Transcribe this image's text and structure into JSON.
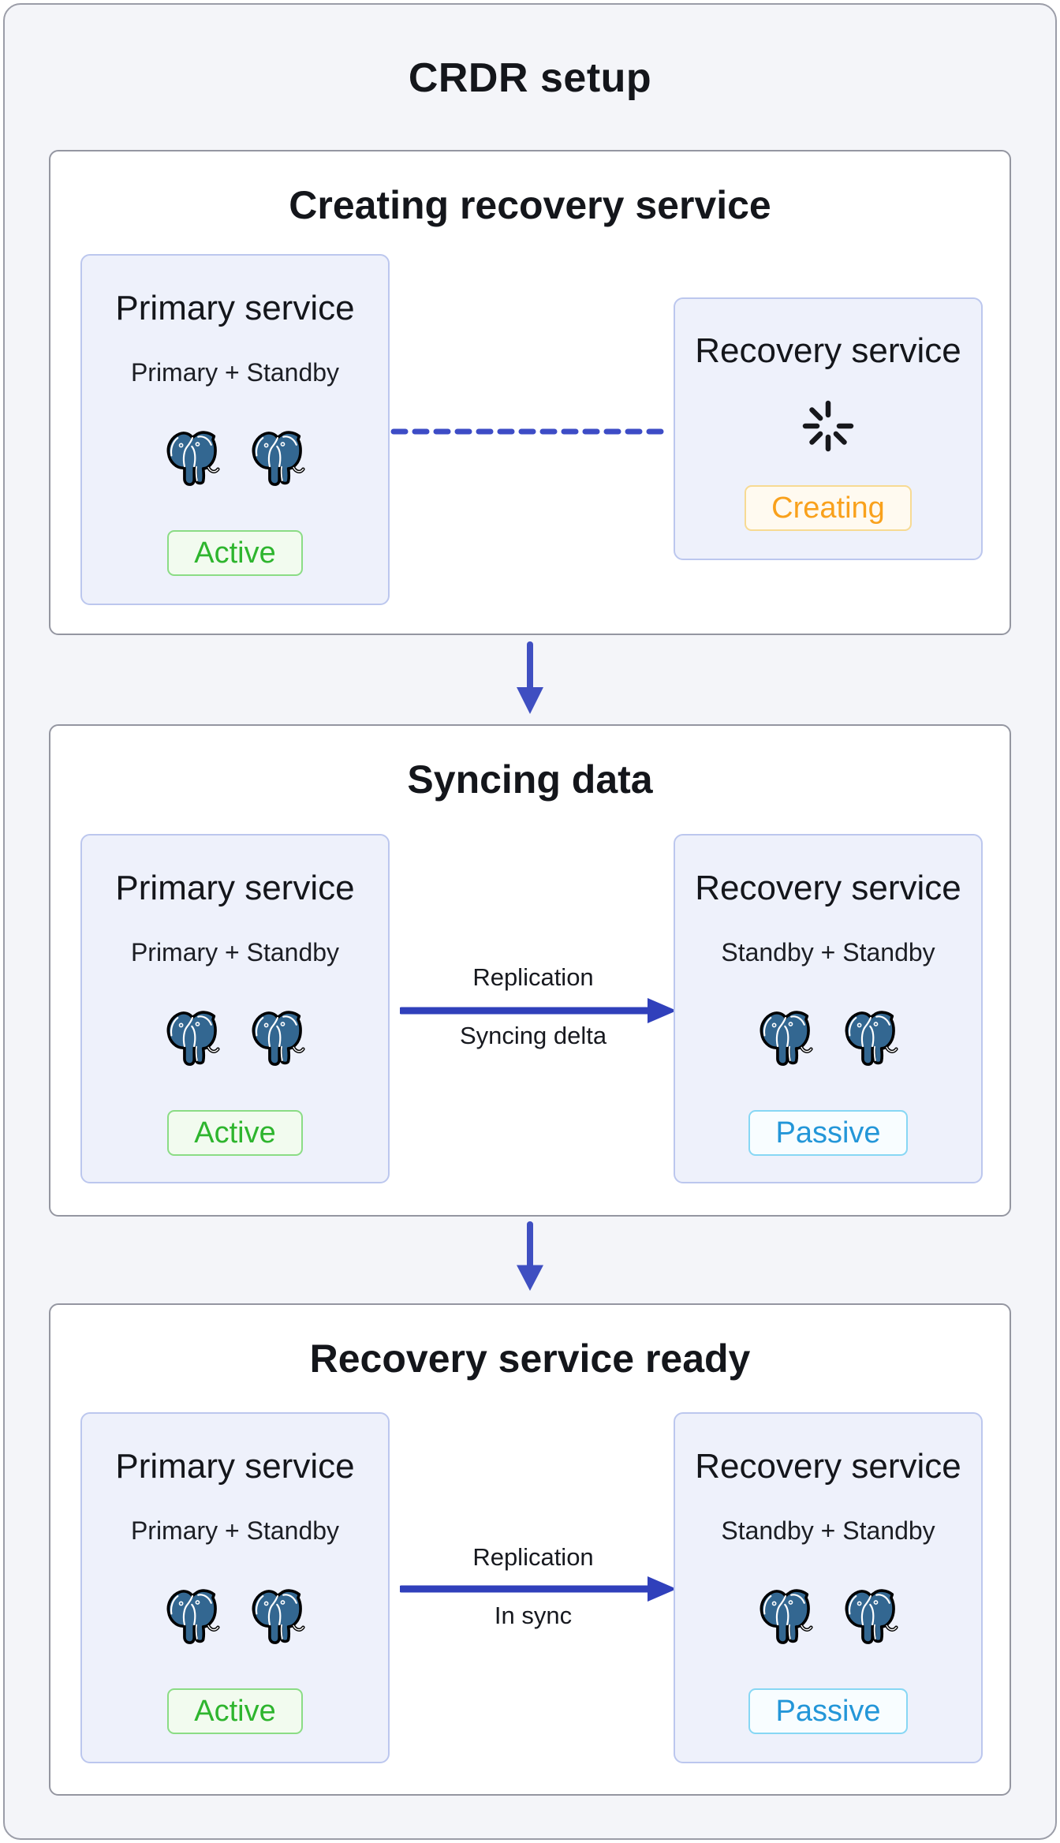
{
  "title": "CRDR setup",
  "stages": [
    {
      "heading": "Creating recovery service",
      "primary": {
        "title": "Primary service",
        "subtitle": "Primary + Standby",
        "instance_count": 2,
        "badge": {
          "label": "Active",
          "type": "active"
        }
      },
      "connector": {
        "type": "dashed-line",
        "label_top": "",
        "label_bottom": ""
      },
      "recovery": {
        "title": "Recovery service",
        "spinner": true,
        "badge": {
          "label": "Creating",
          "type": "creating"
        }
      }
    },
    {
      "heading": "Syncing data",
      "primary": {
        "title": "Primary service",
        "subtitle": "Primary + Standby",
        "instance_count": 2,
        "badge": {
          "label": "Active",
          "type": "active"
        }
      },
      "connector": {
        "type": "arrow",
        "label_top": "Replication",
        "label_bottom": "Syncing delta"
      },
      "recovery": {
        "title": "Recovery service",
        "subtitle": "Standby + Standby",
        "instance_count": 2,
        "badge": {
          "label": "Passive",
          "type": "passive"
        }
      }
    },
    {
      "heading": "Recovery service ready",
      "primary": {
        "title": "Primary service",
        "subtitle": "Primary + Standby",
        "instance_count": 2,
        "badge": {
          "label": "Active",
          "type": "active"
        }
      },
      "connector": {
        "type": "arrow",
        "label_top": "Replication",
        "label_bottom": "In sync"
      },
      "recovery": {
        "title": "Recovery service",
        "subtitle": "Standby + Standby",
        "instance_count": 2,
        "badge": {
          "label": "Passive",
          "type": "passive"
        }
      }
    }
  ],
  "icons": {
    "database": "postgresql-elephant-icon",
    "loading": "loading-spinner-icon"
  },
  "colors": {
    "page_background": "#f4f5f9",
    "stage_background": "#ffffff",
    "card_background": "#eef1fb",
    "card_border": "#bcc7ee",
    "accent_indigo": "#3847c1",
    "postgres_blue": "#336791",
    "active_green": "#2eb52e",
    "creating_orange": "#f9a11c",
    "passive_blue": "#2396d8"
  }
}
